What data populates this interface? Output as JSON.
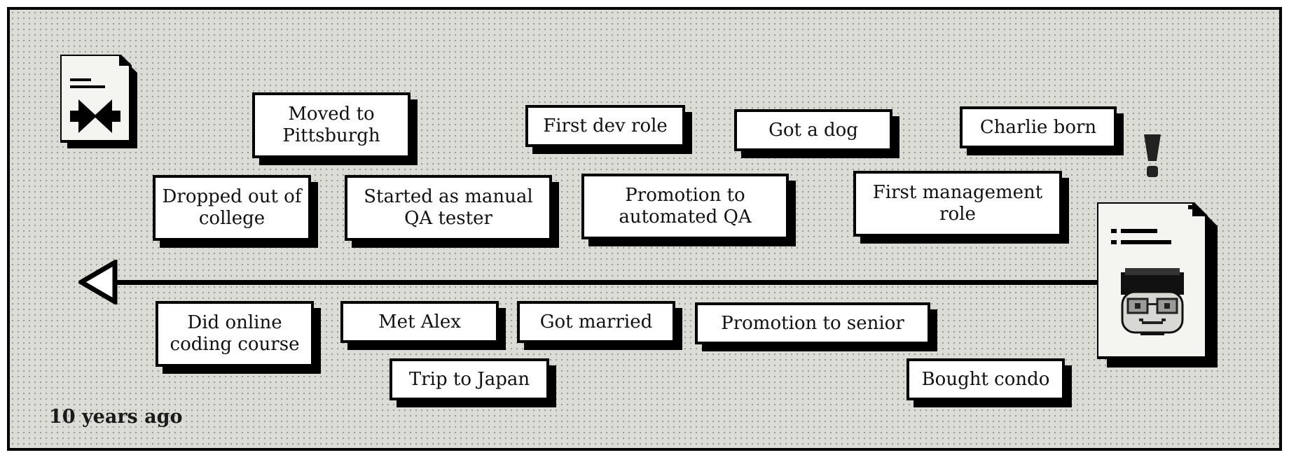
{
  "footer": {
    "label": "10 years ago"
  },
  "events": {
    "moved_pittsburgh": "Moved to Pittsburgh",
    "first_dev_role": "First dev role",
    "got_dog": "Got a dog",
    "charlie_born": "Charlie born",
    "dropped_out": "Dropped out of college",
    "started_manual_qa": "Started as manual QA tester",
    "promotion_automated_qa": "Promotion to automated QA",
    "first_management_role": "First management role",
    "online_course": "Did online coding course",
    "met_alex": "Met Alex",
    "got_married": "Got married",
    "promotion_senior": "Promotion to senior",
    "trip_japan": "Trip to Japan",
    "bought_condo": "Bought condo"
  },
  "icons": {
    "left_document": "document-swap-icon",
    "right_document": "profile-document-icon",
    "alert": "exclamation-icon",
    "arrow": "arrow-left-icon"
  },
  "colors": {
    "background": "#dcdcd6",
    "ink": "#000000",
    "card": "#ffffff"
  }
}
